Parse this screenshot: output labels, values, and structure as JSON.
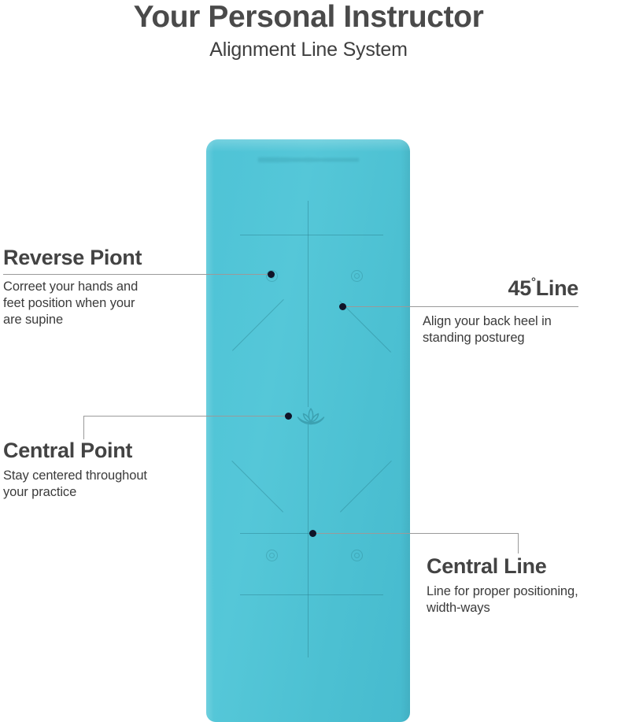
{
  "header": {
    "title": "Your Personal Instructor",
    "subtitle": "Alignment Line System"
  },
  "product": {
    "name": "yoga-mat",
    "mat_color": "#4cc2d4",
    "line_color": "#267886",
    "emblem": "lotus-flower",
    "brandmark_visible": true
  },
  "callouts": [
    {
      "id": "reverse-point",
      "heading": "Reverse Piont",
      "body": "Correet your hands and\nfeet position when your\nare supine",
      "body_lines": [
        "Correet your hands and",
        "feet position when your",
        "are supine"
      ],
      "side": "left",
      "anchor_label": "reverse-point-marker"
    },
    {
      "id": "forty-five-line",
      "heading_number": "45",
      "heading_degree": "°",
      "heading_word": "Line",
      "heading": "45°Line",
      "body_lines": [
        "Align your back heel in",
        "standing postureg"
      ],
      "side": "right",
      "anchor_label": "forty-five-line-marker"
    },
    {
      "id": "central-point",
      "heading": "Central Point",
      "body_lines": [
        "Stay centered throughout",
        "your practice"
      ],
      "side": "left",
      "anchor_label": "central-point-marker"
    },
    {
      "id": "central-line",
      "heading": "Central Line",
      "body_lines": [
        "Line for proper positioning,",
        "width-ways"
      ],
      "side": "right",
      "anchor_label": "central-line-marker"
    }
  ],
  "colors": {
    "accent": "#4cc2d4",
    "heading_text": "#434343",
    "body_text": "#3b3b3b",
    "leader_line": "#9a9a9a",
    "marker_dot": "#101428",
    "background": "#ffffff"
  }
}
